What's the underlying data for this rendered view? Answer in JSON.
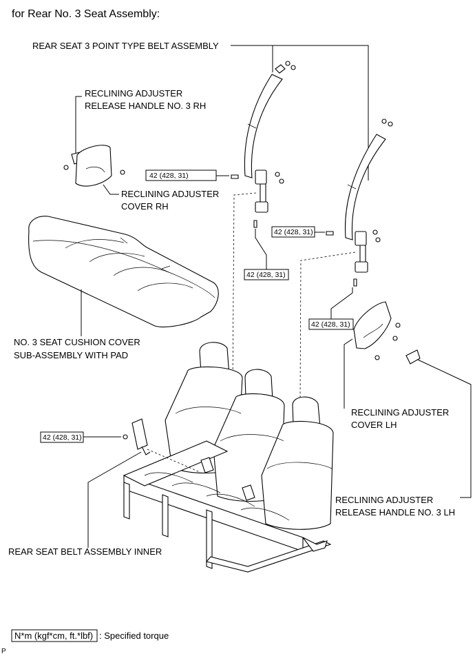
{
  "title": "for Rear No. 3 Seat Assembly:",
  "labels": {
    "belt_assembly": "REAR SEAT 3 POINT TYPE BELT ASSEMBLY",
    "handle_rh_line1": "RECLINING ADJUSTER",
    "handle_rh_line2": "RELEASE HANDLE NO. 3 RH",
    "cover_rh_line1": "RECLINING ADJUSTER",
    "cover_rh_line2": "COVER RH",
    "cushion_line1": "NO. 3 SEAT CUSHION COVER",
    "cushion_line2": "SUB-ASSEMBLY WITH PAD",
    "cover_lh_line1": "RECLINING ADJUSTER",
    "cover_lh_line2": "COVER LH",
    "handle_lh_line1": "RECLINING ADJUSTER",
    "handle_lh_line2": "RELEASE HANDLE NO. 3 LH",
    "belt_inner": "REAR SEAT BELT ASSEMBLY INNER"
  },
  "torque": {
    "value": "42 (428, 31)"
  },
  "legend": {
    "unit": "N*m (kgf*cm, ft.*lbf)",
    "text": ": Specified torque"
  },
  "corner_mark": "P"
}
